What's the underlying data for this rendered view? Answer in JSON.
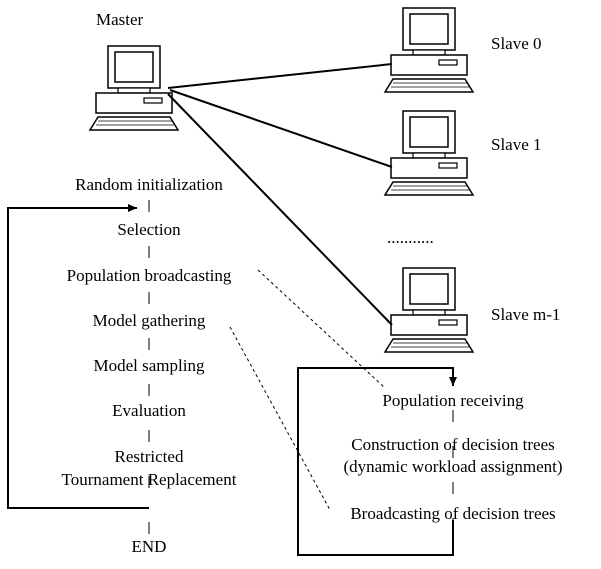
{
  "master": {
    "label": "Master"
  },
  "slaves": [
    {
      "label": "Slave 0"
    },
    {
      "label": "Slave 1"
    },
    {
      "label": "Slave m-1"
    }
  ],
  "ellipsis": "...........",
  "master_steps": [
    "Random initialization",
    "Selection",
    "Population broadcasting",
    "Model gathering",
    "Model sampling",
    "Evaluation",
    "Restricted",
    "Tournament Replacement",
    "END"
  ],
  "slave_steps": [
    "Population receiving",
    "Construction of decision trees",
    "(dynamic workload assignment)",
    "Broadcasting of decision trees"
  ]
}
